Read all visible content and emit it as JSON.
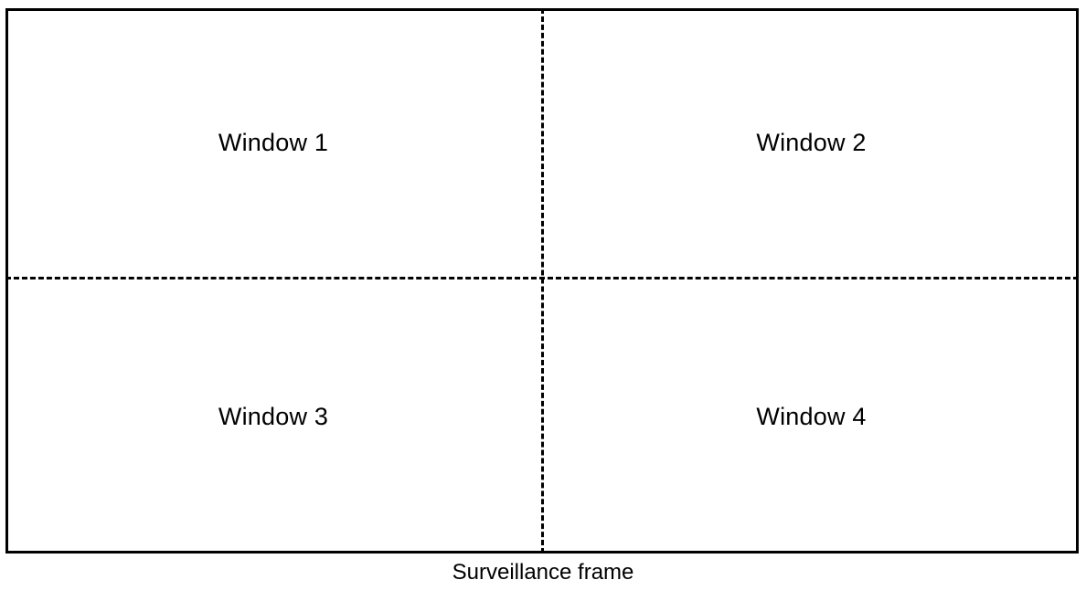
{
  "figure": {
    "caption": "Surveillance frame",
    "frame": {
      "border_color": "#000000",
      "divider_color": "#000000",
      "background_color": "#ffffff"
    }
  },
  "quadrants": [
    {
      "id": "window-1",
      "label": "Window 1",
      "position": "top-left"
    },
    {
      "id": "window-2",
      "label": "Window 2",
      "position": "top-right"
    },
    {
      "id": "window-3",
      "label": "Window 3",
      "position": "bottom-left"
    },
    {
      "id": "window-4",
      "label": "Window 4",
      "position": "bottom-right"
    }
  ]
}
